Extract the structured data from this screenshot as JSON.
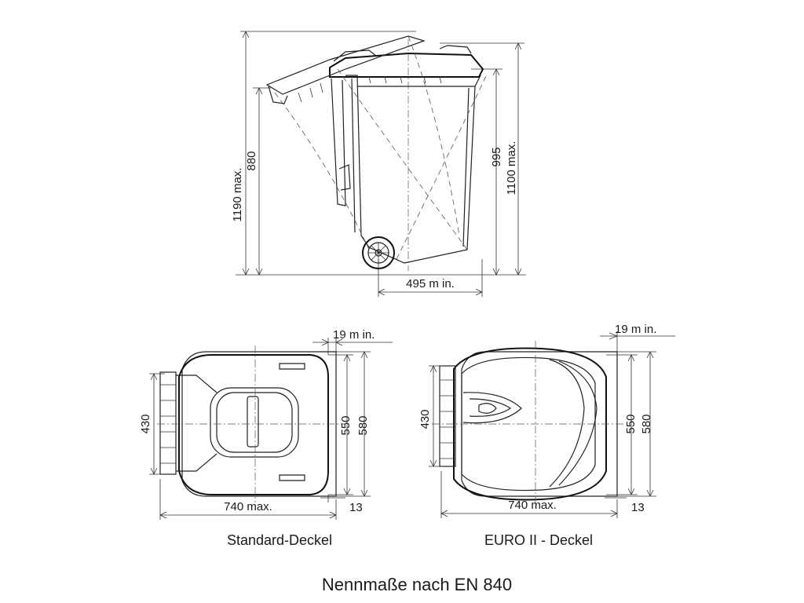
{
  "side_view": {
    "dim_height_lid_open": "1190 max.",
    "dim_height_rim": "880",
    "dim_height_body": "995",
    "dim_height_total": "1100 max.",
    "dim_wheel_width": "495 m in."
  },
  "top_view_standard": {
    "dim_gap_top": "19 m in.",
    "dim_handle": "430",
    "dim_inner_width": "550",
    "dim_outer_width": "580",
    "dim_length": "740 max.",
    "dim_gap_bottom": "13",
    "caption": "Standard-Deckel"
  },
  "top_view_euro": {
    "dim_gap_top": "19 m in.",
    "dim_handle": "430",
    "dim_inner_width": "550",
    "dim_outer_width": "580",
    "dim_length": "740 max.",
    "dim_gap_bottom": "13",
    "caption": "EURO II - Deckel"
  },
  "footer_title": "Nennmaße nach EN 840"
}
